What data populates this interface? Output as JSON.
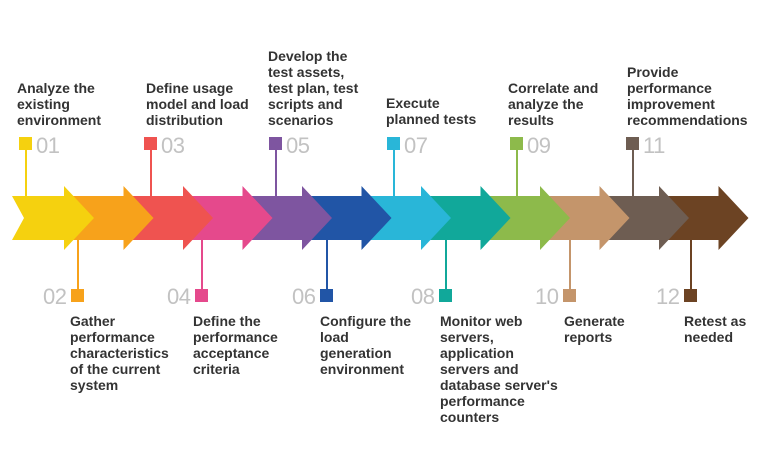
{
  "title": "",
  "steps": [
    {
      "num": "01",
      "label": "Analyze the\nexisting\nenvironment",
      "color": "#F5D10F"
    },
    {
      "num": "02",
      "label": "Gather\nperformance\ncharacteristics\nof the current\nsystem",
      "color": "#F7A21B"
    },
    {
      "num": "03",
      "label": "Define usage\nmodel and load\ndistribution",
      "color": "#EF5350"
    },
    {
      "num": "04",
      "label": "Define the\nperformance\nacceptance\ncriteria",
      "color": "#E5498C"
    },
    {
      "num": "05",
      "label": "Develop the\ntest assets,\ntest plan, test\nscripts and\nscenarios",
      "color": "#7E55A0"
    },
    {
      "num": "06",
      "label": "Configure the\nload\ngeneration\nenvironment",
      "color": "#2155A6"
    },
    {
      "num": "07",
      "label": "Execute\nplanned tests",
      "color": "#29B6D8"
    },
    {
      "num": "08",
      "label": "Monitor web\nservers,\napplication\nservers and\ndatabase server's\nperformance\ncounters",
      "color": "#11A89A"
    },
    {
      "num": "09",
      "label": "Correlate and\nanalyze the\nresults",
      "color": "#8DBA4B"
    },
    {
      "num": "10",
      "label": "Generate\nreports",
      "color": "#C4956B"
    },
    {
      "num": "11",
      "label": "Provide\nperformance\nimprovement\nrecommendations",
      "color": "#6E5D52"
    },
    {
      "num": "12",
      "label": "Retest as\nneeded",
      "color": "#6C4323"
    }
  ]
}
